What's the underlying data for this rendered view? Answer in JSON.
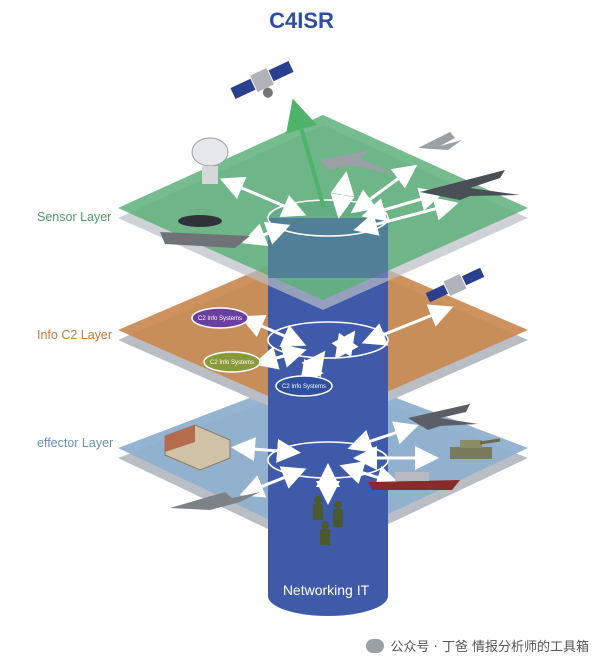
{
  "diagram": {
    "title": "C4ISR",
    "layers": {
      "sensor": {
        "label": "Sensor Layer",
        "color": "#5db07a"
      },
      "info": {
        "label": "Info C2 Layer",
        "color": "#c98a52"
      },
      "effector": {
        "label": "effector Layer",
        "color": "#8fb0cf"
      }
    },
    "info_systems": [
      {
        "label": "C2 Info Systems",
        "color": "#6a3fa0"
      },
      {
        "label": "C2 Info Systems",
        "color": "#8a9a3a"
      },
      {
        "label": "C2 Info Systems",
        "color": "#2f4fa0"
      }
    ],
    "network_label": "Networking IT",
    "column_color": "#3f5aa8",
    "arrow_color": "#4fb36a"
  },
  "watermark": "公众号 · 丁爸 情报分析师的工具箱"
}
